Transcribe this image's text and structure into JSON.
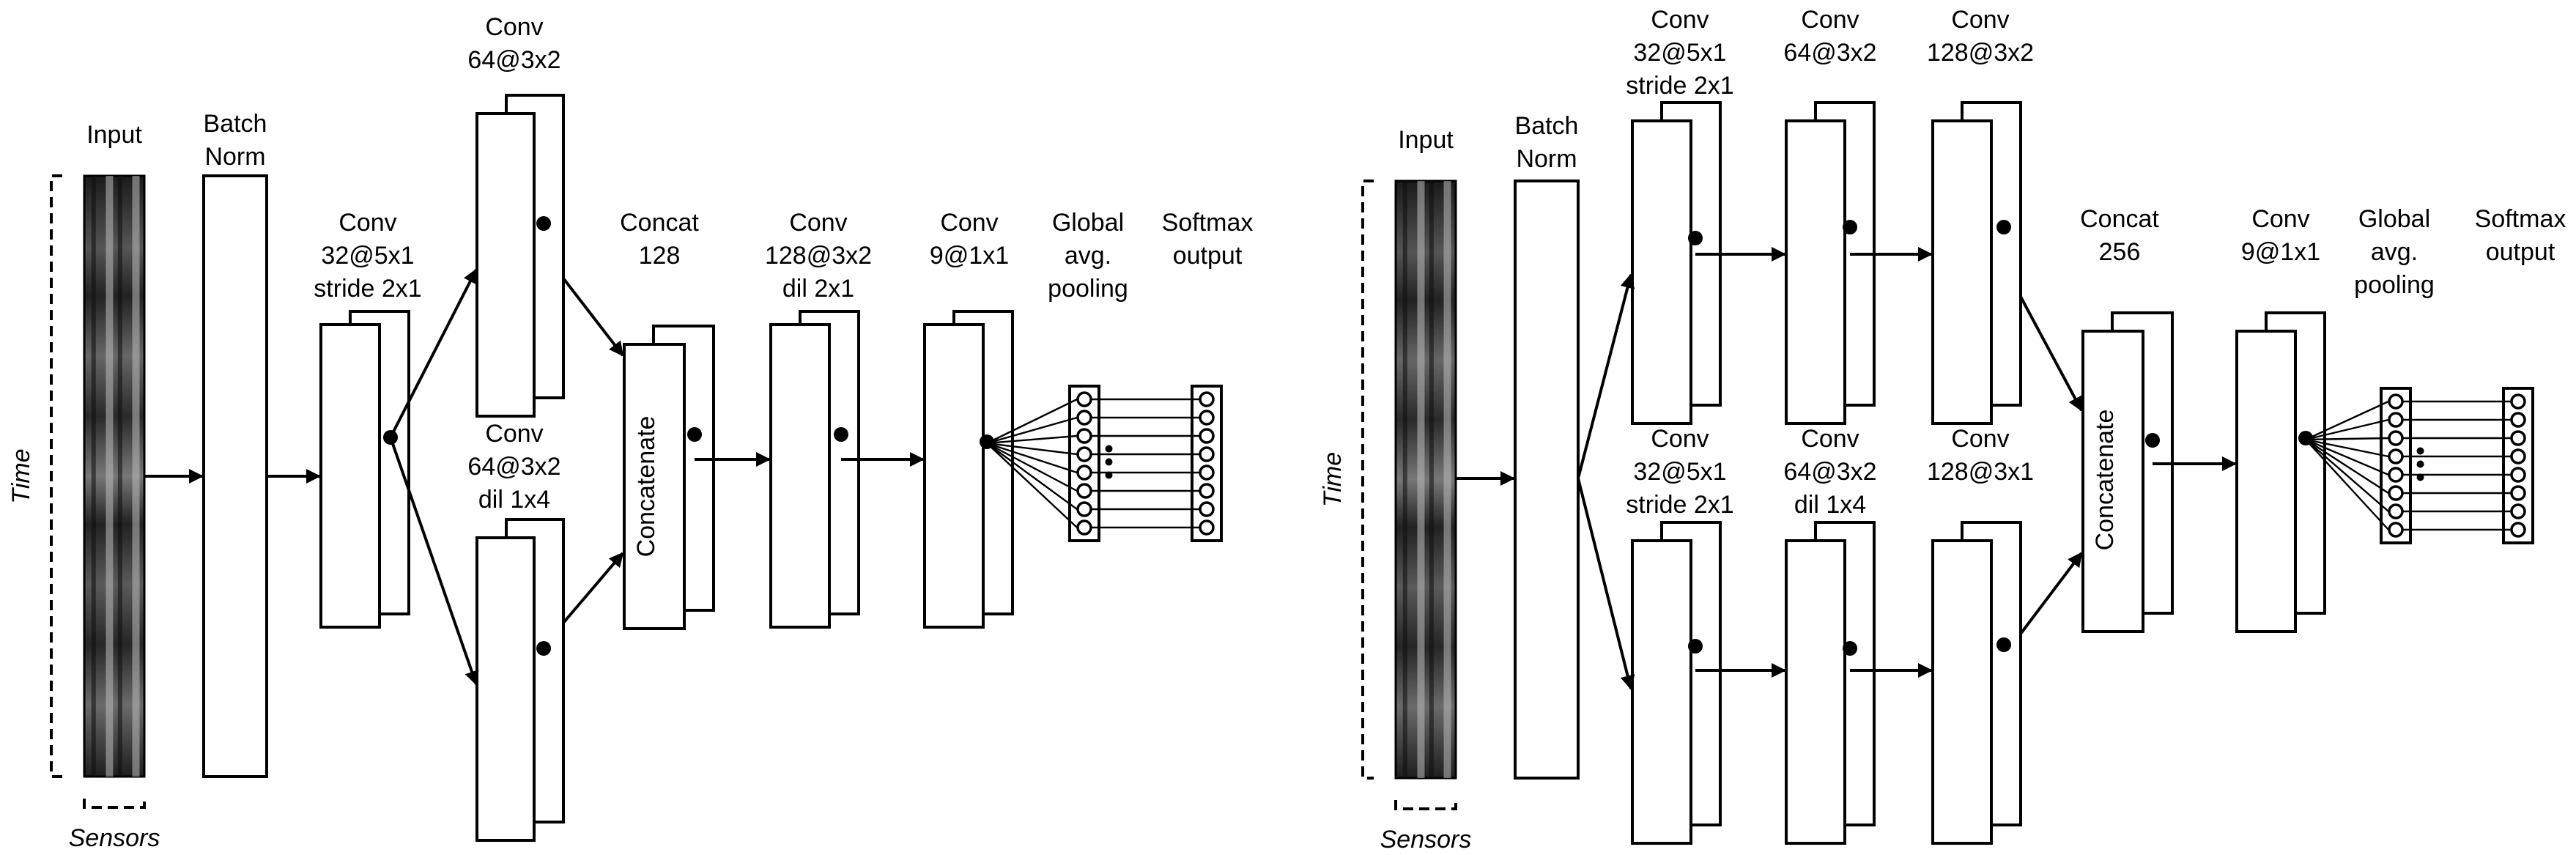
{
  "left": {
    "input": "Input",
    "batchnorm": [
      "Batch",
      "Norm"
    ],
    "conv1": [
      "Conv",
      "32@5x1",
      "stride 2x1"
    ],
    "conv_top": [
      "Conv",
      "64@3x2"
    ],
    "conv_bottom": [
      "Conv",
      "64@3x2",
      "dil 1x4"
    ],
    "concat": [
      "Concat",
      "128"
    ],
    "concat_box": "Concatenate",
    "conv3": [
      "Conv",
      "128@3x2",
      "dil 2x1"
    ],
    "conv4": [
      "Conv",
      "9@1x1"
    ],
    "gap": [
      "Global",
      "avg.",
      "pooling"
    ],
    "softmax": [
      "Softmax",
      "output"
    ],
    "time": "Time",
    "sensors": "Sensors"
  },
  "right": {
    "input": "Input",
    "batchnorm": [
      "Batch",
      "Norm"
    ],
    "top_conv1": [
      "Conv",
      "32@5x1",
      "stride 2x1"
    ],
    "top_conv2": [
      "Conv",
      "64@3x2"
    ],
    "top_conv3": [
      "Conv",
      "128@3x2"
    ],
    "bot_conv1": [
      "Conv",
      "32@5x1",
      "stride 2x1"
    ],
    "bot_conv2": [
      "Conv",
      "64@3x2",
      "dil 1x4"
    ],
    "bot_conv3": [
      "Conv",
      "128@3x1"
    ],
    "concat": [
      "Concat",
      "256"
    ],
    "concat_box": "Concatenate",
    "conv4": [
      "Conv",
      "9@1x1"
    ],
    "gap": [
      "Global",
      "avg.",
      "pooling"
    ],
    "softmax": [
      "Softmax",
      "output"
    ],
    "time": "Time",
    "sensors": "Sensors"
  }
}
